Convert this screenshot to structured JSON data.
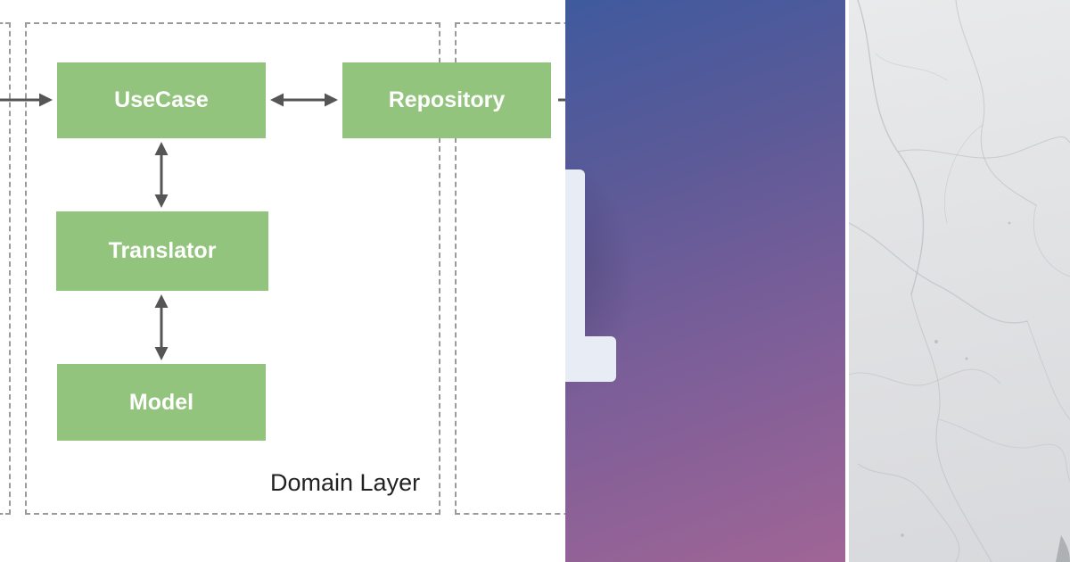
{
  "diagram": {
    "layer_label": "Domain Layer",
    "nodes": {
      "usecase": "UseCase",
      "repository": "Repository",
      "translator": "Translator",
      "model": "Model"
    },
    "colors": {
      "node_fill": "#93c47d",
      "node_text": "#ffffff",
      "border": "#9a9a9a",
      "arrow": "#555555"
    }
  },
  "gradient_panel": {
    "colors": {
      "top": "#3f5a9e",
      "bottom": "#a06596",
      "logo_block": "#e8ecf5"
    }
  },
  "marble_panel": {
    "colors": {
      "base": "#e1e2e4",
      "vein": "#b9bbbf"
    }
  }
}
